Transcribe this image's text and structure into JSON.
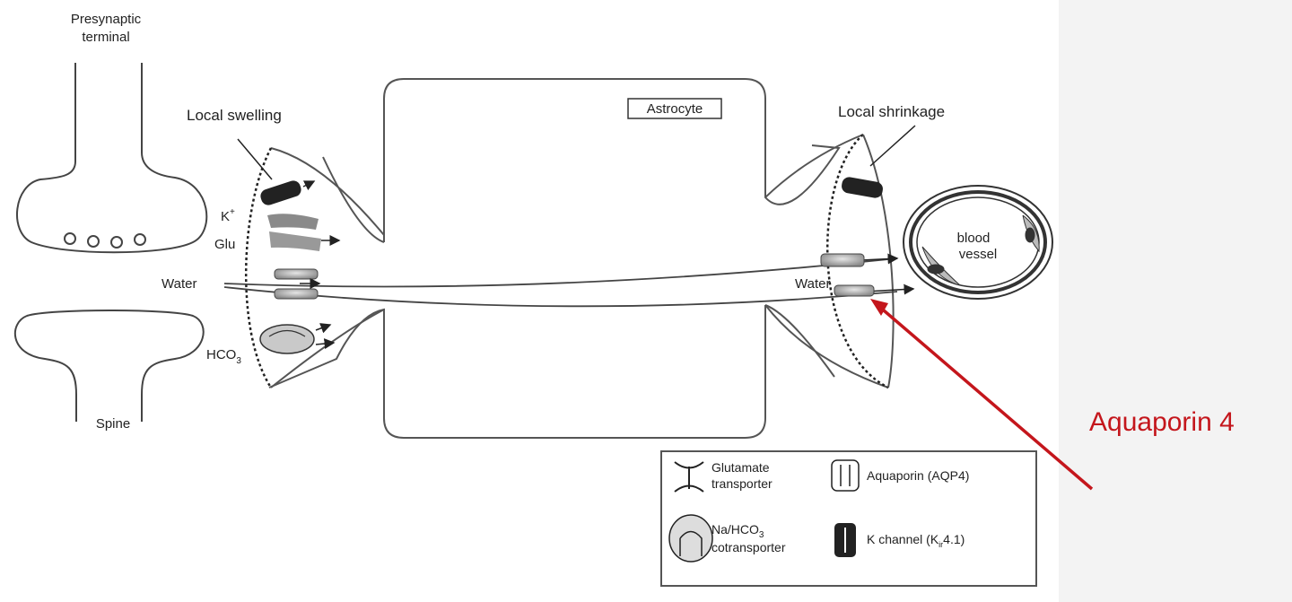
{
  "diagram": {
    "labels": {
      "presynaptic_line1": "Presynaptic",
      "presynaptic_line2": "terminal",
      "local_swelling": "Local swelling",
      "astrocyte": "Astrocyte",
      "local_shrinkage": "Local shrinkage",
      "k_ion": "K",
      "glu": "Glu",
      "water_left": "Water",
      "water_right": "Water",
      "hco3": "HCO",
      "spine": "Spine",
      "blood_line1": "blood",
      "blood_line2": "vessel"
    },
    "callout": {
      "text": "Aquaporin 4",
      "color": "#c4161c"
    },
    "legend": {
      "glutamate_line1": "Glutamate",
      "glutamate_line2": "transporter",
      "aquaporin": "Aquaporin (AQP4)",
      "nahco3_line1": "Na/HCO",
      "nahco3_line2": "cotransporter",
      "kchannel": "K channel (K",
      "kchannel_sub": "ir",
      "kchannel_end": "4.1)"
    }
  }
}
